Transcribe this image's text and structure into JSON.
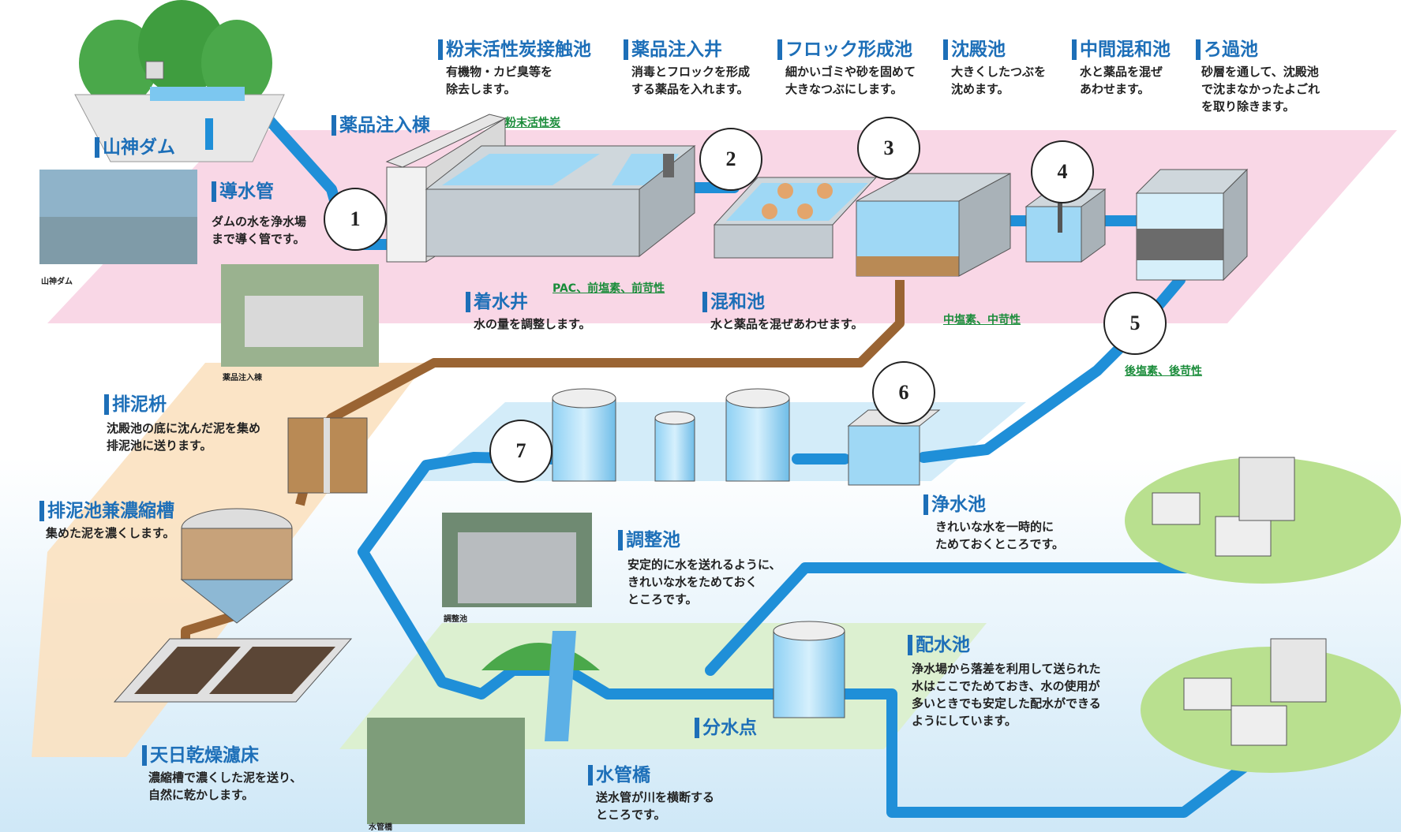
{
  "labels": {
    "dam": {
      "title": "山神ダム"
    },
    "pipe": {
      "title": "導水管",
      "desc1": "ダムの水を浄水場",
      "desc2": "まで導く管です。"
    },
    "chem_building": {
      "title": "薬品注入棟"
    },
    "powder_pool": {
      "title": "粉末活性炭接触池",
      "desc1": "有機物・カビ臭等を",
      "desc2": "除去します。"
    },
    "chem_well": {
      "title": "薬品注入井",
      "desc1": "消毒とフロックを形成",
      "desc2": "する薬品を入れます。"
    },
    "floc": {
      "title": "フロック形成池",
      "desc1": "細かいゴミや砂を固めて",
      "desc2": "大きなつぶにします。"
    },
    "sediment": {
      "title": "沈殿池",
      "desc1": "大きくしたつぶを",
      "desc2": "沈めます。"
    },
    "middle_mix": {
      "title": "中間混和池",
      "desc1": "水と薬品を混ぜ",
      "desc2": "あわせます。"
    },
    "filter": {
      "title": "ろ過池",
      "desc1": "砂層を通して、沈殿池",
      "desc2": "で沈まなかったよごれ",
      "desc3": "を取り除きます。"
    },
    "receiving_well": {
      "title": "着水井",
      "desc1": "水の量を調整します。"
    },
    "mix_pool": {
      "title": "混和池",
      "desc1": "水と薬品を混ぜあわせます。"
    },
    "sludge_box": {
      "title": "排泥枡",
      "desc1": "沈殿池の底に沈んだ泥を集め",
      "desc2": "排泥池に送ります。"
    },
    "thickener": {
      "title": "排泥池兼濃縮槽",
      "desc1": "集めた泥を濃くします。"
    },
    "drying_bed": {
      "title": "天日乾燥濾床",
      "desc1": "濃縮槽で濃くした泥を送り、",
      "desc2": "自然に乾かします。"
    },
    "clear_well": {
      "title": "浄水池",
      "desc1": "きれいな水を一時的に",
      "desc2": "ためておくところです。"
    },
    "adjust_pool": {
      "title": "調整池",
      "desc1": "安定的に水を送れるように、",
      "desc2": "きれいな水をためておく",
      "desc3": "ところです。"
    },
    "distribution": {
      "title": "配水池",
      "desc1": "浄水場から落差を利用して送られた",
      "desc2": "水はここでためておき、水の使用が",
      "desc3": "多いときでも安定した配水ができる",
      "desc4": "ようにしています。"
    },
    "branch": {
      "title": "分水点"
    },
    "bridge": {
      "title": "水管橋",
      "desc1": "送水管が川を横断する",
      "desc2": "ところです。"
    }
  },
  "chemicals": {
    "powder_carbon": "粉末活性炭",
    "pre": "PAC、前塩素、前苛性",
    "middle": "中塩素、中苛性",
    "post": "後塩素、後苛性"
  },
  "numbers": [
    "1",
    "2",
    "3",
    "4",
    "5",
    "6",
    "7"
  ],
  "captions": {
    "dam_photo": "山神ダム",
    "building_photo": "薬品注入棟",
    "tank_photo": "調整池",
    "bridge_photo": "水管橋"
  },
  "colors": {
    "water_pipe": "#1f8fd8",
    "sludge_pipe": "#9a6433",
    "pink_zone": "#f9d7e6",
    "blue_zone": "#d3ecf9",
    "orange_zone": "#fbe1c0",
    "green_zone": "#dcf0d0",
    "title_blue": "#1d6fb8",
    "chem_green": "#1a8c3a"
  }
}
